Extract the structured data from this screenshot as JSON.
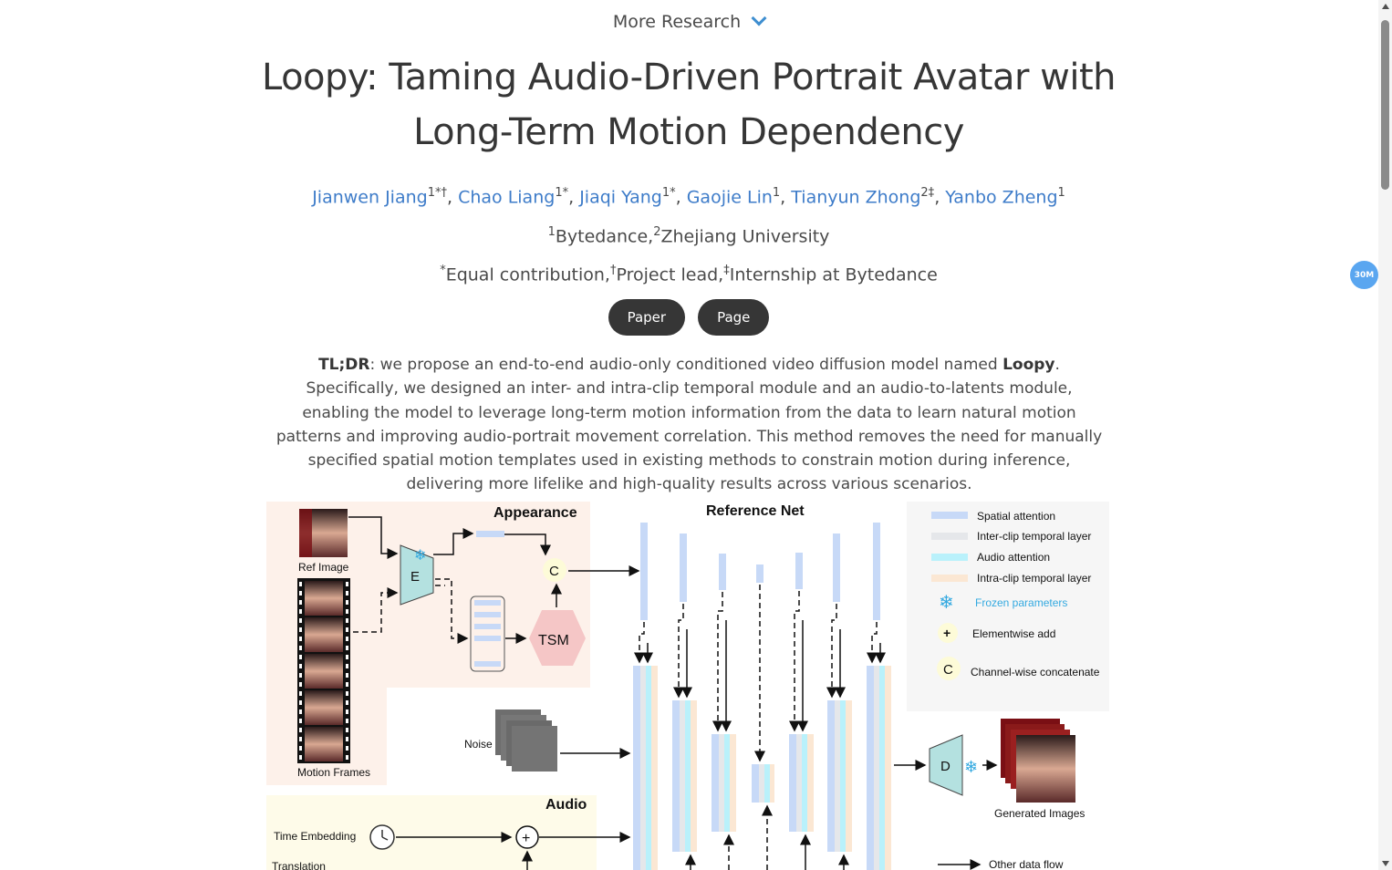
{
  "nav": {
    "more_research": "More Research"
  },
  "title": "Loopy: Taming Audio-Driven Portrait Avatar with Long-Term Motion Dependency",
  "authors": [
    {
      "name": "Jianwen Jiang",
      "sup": "1*†"
    },
    {
      "name": "Chao Liang",
      "sup": "1*"
    },
    {
      "name": "Jiaqi Yang",
      "sup": "1*"
    },
    {
      "name": "Gaojie Lin",
      "sup": "1"
    },
    {
      "name": "Tianyun Zhong",
      "sup": "2‡"
    },
    {
      "name": "Yanbo Zheng",
      "sup": "1"
    }
  ],
  "affiliations": {
    "s1": "1",
    "a1": "Bytedance,",
    "s2": "2",
    "a2": "Zhejiang University"
  },
  "notes": {
    "s1": "*",
    "n1": "Equal contribution,",
    "s2": "†",
    "n2": "Project lead,",
    "s3": "‡",
    "n3": "Internship at Bytedance"
  },
  "buttons": {
    "paper": "Paper",
    "page": "Page"
  },
  "tldr": {
    "lead": "TL;DR",
    "p1": ": we propose an end-to-end audio-only conditioned video diffusion model named ",
    "name": "Loopy",
    "p2": ". Specifically, we designed an inter- and intra-clip temporal module and an audio-to-latents module, enabling the model to leverage long-term motion information from the data to learn natural motion patterns and improving audio-portrait movement correlation. This method removes the need for manually specified spatial motion templates used in existing methods to constrain motion during inference, delivering more lifelike and high-quality results across various scenarios."
  },
  "badge": "30M",
  "diagram": {
    "appearance": "Appearance",
    "reference_net": "Reference Net",
    "ref_image": "Ref Image",
    "motion_frames": "Motion Frames",
    "encoder": "E",
    "concat": "C",
    "tsm": "TSM",
    "noise": "Noise",
    "audio": "Audio",
    "time_embedding": "Time Embedding",
    "translation": "Translation",
    "decoder": "D",
    "generated": "Generated Images",
    "legend": {
      "spatial": "Spatial attention",
      "inter": "Inter-clip temporal layer",
      "audio_attn": "Audio attention",
      "intra": "Intra-clip temporal layer",
      "frozen": "Frozen parameters",
      "add_sym": "+",
      "add": "Elementwise add",
      "concat_sym": "C",
      "concat": "Channel-wise concatenate",
      "other": "Other data flow"
    },
    "colors": {
      "spatial": "#c7d9f7",
      "inter": "#e5e7ea",
      "audio": "#b9f1fb",
      "intra": "#fbe7d3",
      "frozen": "#33a9e0",
      "appearance_bg": "#fdf1ea",
      "audio_bg": "#fefbe9",
      "legend_bg": "#f6f6f6",
      "encoder": "#b4e1e0",
      "tsm": "#f5c6c6"
    }
  }
}
